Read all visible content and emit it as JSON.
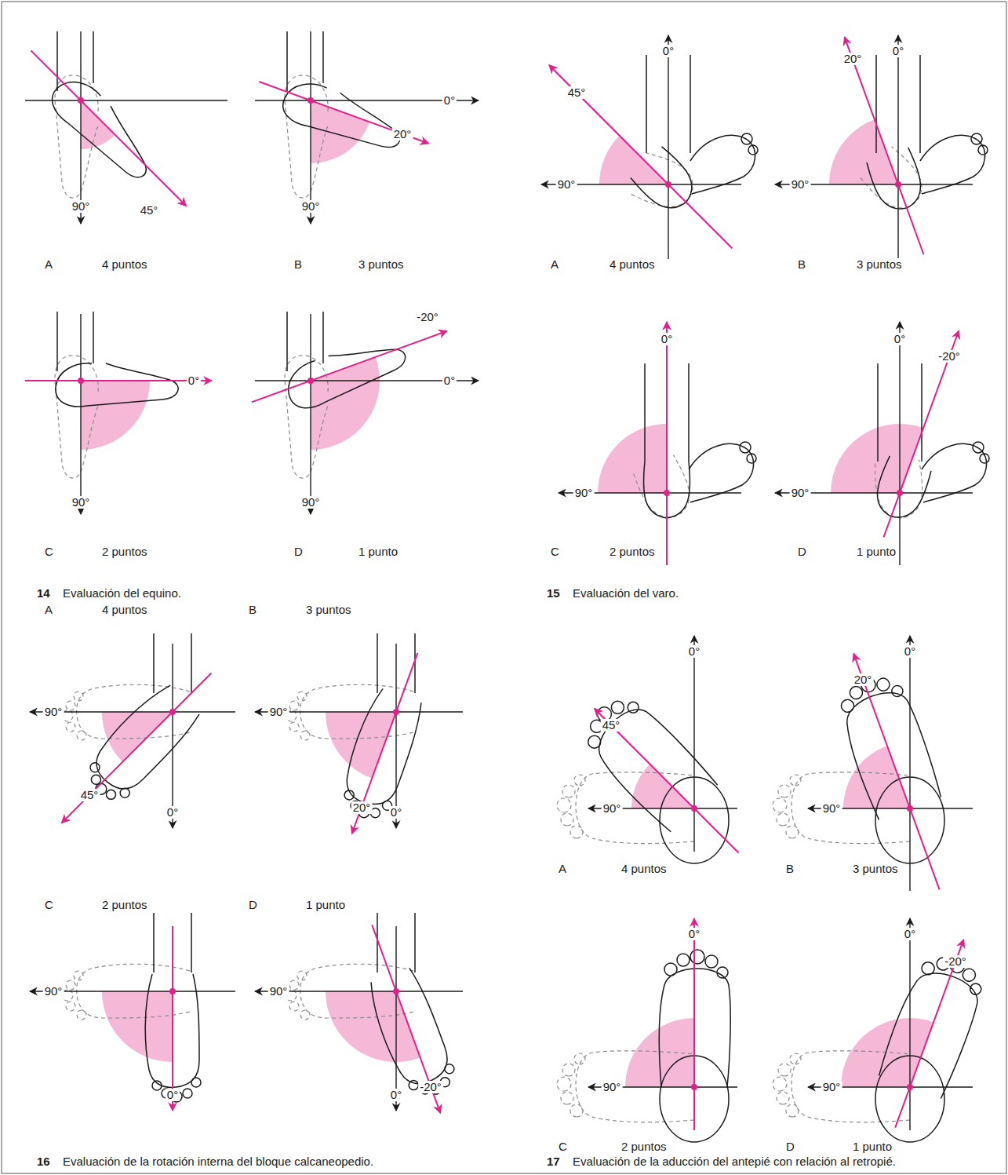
{
  "diagram": {
    "labels": [
      "45°",
      "90°",
      "A",
      "4 puntos",
      "0°",
      "20°",
      "90°",
      "B",
      "3 puntos",
      "0°",
      "90°",
      "C",
      "2 puntos",
      "-20°",
      "0°",
      "90°",
      "D",
      "1 punto",
      "14",
      "Evaluación del equino.",
      "0°",
      "45°",
      "90°",
      "A",
      "4 puntos",
      "20°",
      "0°",
      "90°",
      "B",
      "3 puntos",
      "0°",
      "90°",
      "C",
      "2 puntos",
      "0°",
      "-20°",
      "90°",
      "D",
      "1 punto",
      "15",
      "Evaluación del varo.",
      "A",
      "4 puntos",
      "90°",
      "45°",
      "0°",
      "B",
      "3 puntos",
      "90°",
      "20°",
      "0°",
      "C",
      "2 puntos",
      "90°",
      "0°",
      "D",
      "1 punto",
      "90°",
      "0°",
      "-20°",
      "16",
      "Evaluación de la rotación interna del bloque calcaneopedio.",
      "0°",
      "45°",
      "90°",
      "A",
      "4 puntos",
      "20°",
      "0°",
      "90°",
      "B",
      "3 puntos",
      "0°",
      "90°",
      "C",
      "2 puntos",
      "0°",
      "-20°",
      "90°",
      "D",
      "1 punto",
      "17",
      "Evaluación de la aducción del antepié con relación al retropié."
    ]
  }
}
